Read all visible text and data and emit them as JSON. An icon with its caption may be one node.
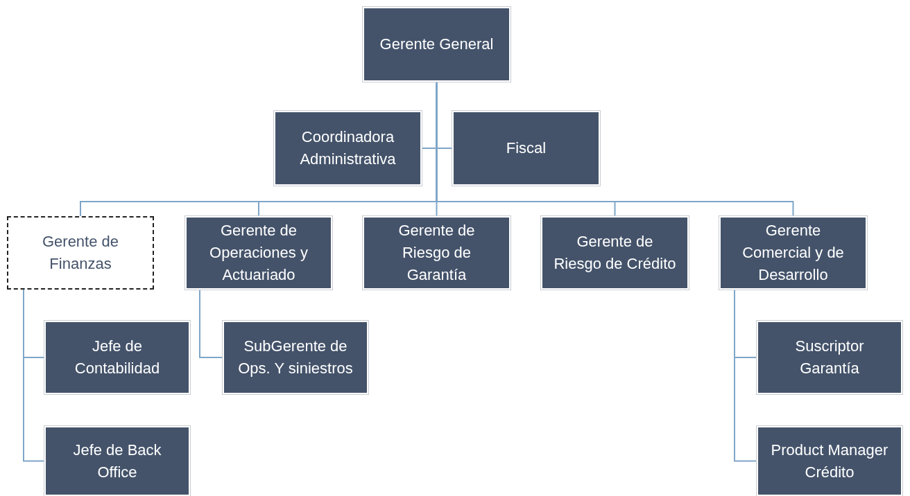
{
  "diagram": {
    "nodes": [
      {
        "text": [
          "Gerente General"
        ]
      },
      {
        "text": [
          "Coordinadora Administrativa"
        ]
      },
      {
        "text": [
          "Fiscal"
        ]
      },
      {
        "text": [
          "Gerente de Finanzas"
        ]
      },
      {
        "text": [
          "Gerente de Operaciones y Actuariado"
        ]
      },
      {
        "text": [
          "Gerente de Riesgo de Garantía"
        ]
      },
      {
        "text": [
          "Gerente de Riesgo de Crédito"
        ]
      },
      {
        "text": [
          "Gerente Comercial y de Desarrollo"
        ]
      },
      {
        "text": [
          "Jefe de Contabilidad"
        ]
      },
      {
        "text": [
          "Jefe de Back Office"
        ]
      },
      {
        "text": [
          "SubGerente de Ops. Y siniestros"
        ]
      },
      {
        "text": [
          "Suscriptor Garantía"
        ]
      },
      {
        "text": [
          "Product Manager Crédito"
        ]
      }
    ],
    "edges": [
      {
        "from": 0,
        "to": 1,
        "arrow": "none"
      },
      {
        "from": 0,
        "to": 2,
        "arrow": "none"
      },
      {
        "from": 0,
        "to": 3,
        "arrow": "none"
      },
      {
        "from": 0,
        "to": 4,
        "arrow": "none"
      },
      {
        "from": 0,
        "to": 5,
        "arrow": "none"
      },
      {
        "from": 0,
        "to": 6,
        "arrow": "none"
      },
      {
        "from": 0,
        "to": 7,
        "arrow": "none"
      },
      {
        "from": 3,
        "to": 8,
        "arrow": "none"
      },
      {
        "from": 3,
        "to": 9,
        "arrow": "none"
      },
      {
        "from": 4,
        "to": 10,
        "arrow": "none"
      },
      {
        "from": 7,
        "to": 11,
        "arrow": "none"
      },
      {
        "from": 7,
        "to": 12,
        "arrow": "none"
      }
    ]
  }
}
